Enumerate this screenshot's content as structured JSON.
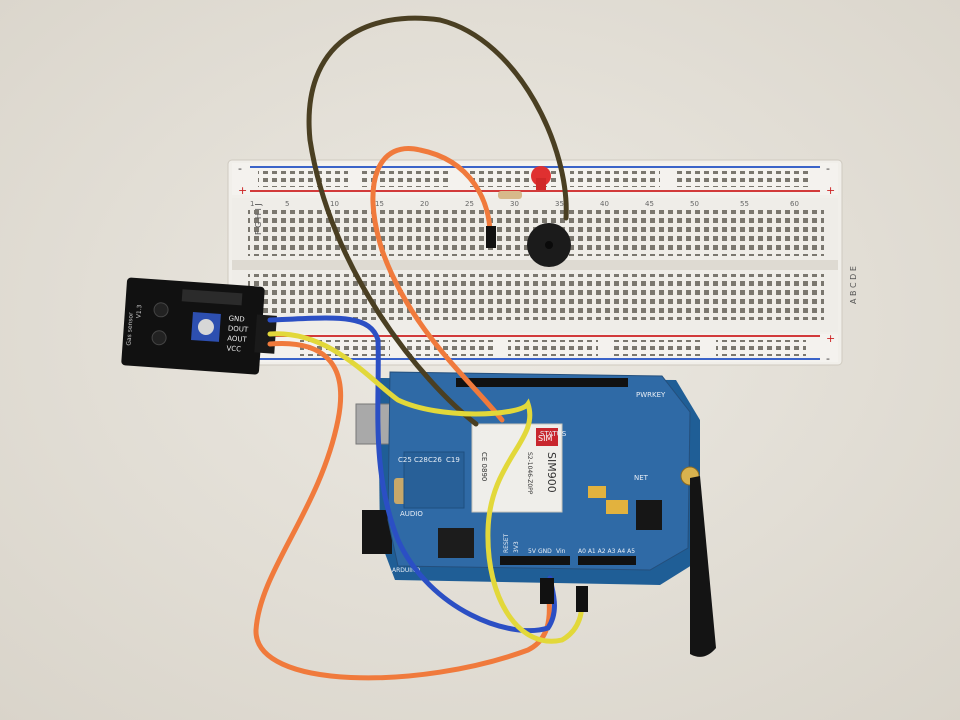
{
  "breadboard": {
    "rail_plus": "+",
    "rail_minus": "-",
    "top_rows": "F G H I J",
    "bottom_rows": "A B C D E",
    "col_marks": [
      "1",
      "5",
      "10",
      "15",
      "20",
      "25",
      "30",
      "35",
      "40",
      "45",
      "50",
      "55",
      "60"
    ]
  },
  "sensor_module": {
    "name": "Gas sensor",
    "version": "V1.3",
    "pins": [
      "GND",
      "DOUT",
      "AOUT",
      "VCC"
    ]
  },
  "shield": {
    "gsm_chip_brand": "SIM",
    "gsm_chip_model": "SIM900",
    "gsm_chip_code": "S2-1046-Z0PP",
    "gsm_chip_mark": "CE 0890",
    "label_pwrkey": "PWRKEY",
    "label_status": "STATUS",
    "label_net": "NET",
    "label_audio": "AUDIO",
    "label_reset": "RESET",
    "label_3v3": "3V3",
    "label_5v": "5V",
    "label_gnd": "GND",
    "label_vin": "Vin",
    "label_analog": "A0 A1 A2 A3 A4 A5",
    "label_arduino": "ARDUINO",
    "caps": [
      "C25",
      "C28",
      "C26",
      "C19"
    ]
  },
  "colors": {
    "wall": "#e7e3dc",
    "board_blue": "#2f6aa6",
    "wire_brown": "#4a3f22",
    "wire_orange": "#f07a3c",
    "wire_blue": "#2b4fc4",
    "wire_yellow": "#e2d83a",
    "led_red": "#e03030"
  }
}
